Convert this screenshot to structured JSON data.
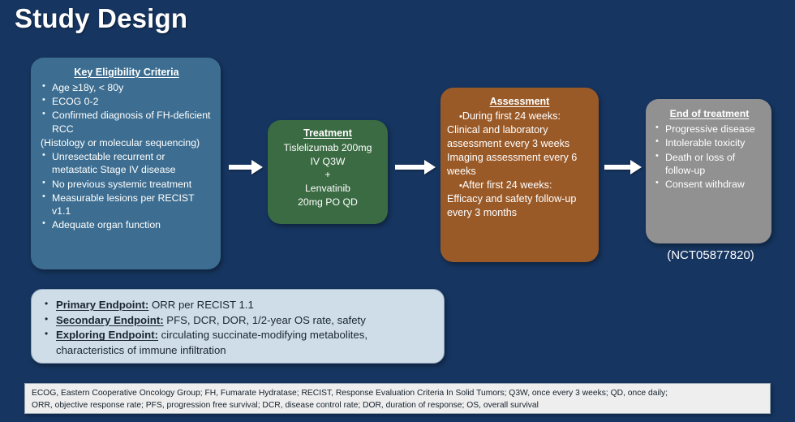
{
  "title": "Study Design",
  "eligibility": {
    "header": "Key Eligibility Criteria",
    "items": [
      {
        "text": "Age ≥18y,   < 80y",
        "bullet": true
      },
      {
        "text": "ECOG 0-2",
        "bullet": true
      },
      {
        "text": "Confirmed diagnosis of FH-deficient RCC",
        "bullet": true
      },
      {
        "text": "(Histology or molecular sequencing)",
        "bullet": false
      },
      {
        "text": "Unresectable recurrent or metastatic Stage IV disease",
        "bullet": true
      },
      {
        "text": "No previous systemic treatment",
        "bullet": true
      },
      {
        "text": "Measurable lesions per RECIST v1.1",
        "bullet": true
      },
      {
        "text": "Adequate organ function",
        "bullet": true
      }
    ]
  },
  "treatment": {
    "header": "Treatment",
    "lines": [
      "Tislelizumab 200mg",
      "IV Q3W",
      "+",
      "Lenvatinib",
      "20mg PO QD"
    ]
  },
  "assessment": {
    "header": "Assessment",
    "items": [
      {
        "text": "During first 24 weeks:",
        "bullet": true
      },
      {
        "text": "Clinical and laboratory assessment every 3 weeks",
        "bullet": false
      },
      {
        "text": "Imaging assessment every 6 weeks",
        "bullet": false
      },
      {
        "text": "After first 24 weeks:",
        "bullet": true
      },
      {
        "text": "Efficacy and safety follow-up every 3 months",
        "bullet": false
      }
    ]
  },
  "end_of_treatment": {
    "header": "End of treatment",
    "items": [
      "Progressive disease",
      "Intolerable toxicity",
      "Death or loss of follow-up",
      "Consent withdraw"
    ]
  },
  "trial_id": "(NCT05877820)",
  "endpoints": [
    {
      "label": "Primary Endpoint:",
      "value": " ORR per RECIST 1.1"
    },
    {
      "label": "Secondary Endpoint:",
      "value": " PFS, DCR, DOR, 1/2-year OS rate, safety"
    },
    {
      "label": "Exploring Endpoint:",
      "value": " circulating succinate-modifying metabolites,"
    }
  ],
  "endpoints_continuation": "characteristics of immune infiltration",
  "footnote": {
    "line1": "ECOG, Eastern Cooperative Oncology Group; FH, Fumarate Hydratase; RECIST, Response Evaluation Criteria In Solid Tumors; Q3W, once every 3 weeks; QD, once daily;",
    "line2": "ORR, objective response rate; PFS, progression free survival; DCR, disease control rate; DOR, duration of response; OS, overall survival"
  },
  "colors": {
    "background": "#163560",
    "eligibility_box": "#3d6e91",
    "treatment_box": "#3a6b42",
    "assessment_box": "#9a5a28",
    "end_of_treatment_box": "#919191",
    "endpoints_panel": "#cfdde8",
    "footnote_panel": "#eeeeee",
    "arrow": "#ffffff"
  }
}
